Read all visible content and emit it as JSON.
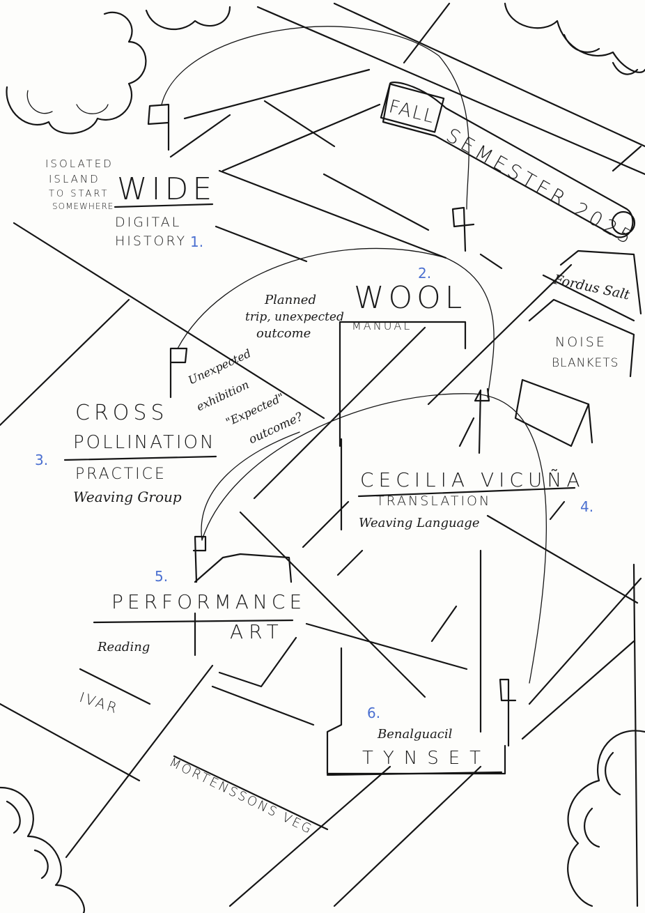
{
  "banner": {
    "part1": "FALL",
    "part2": "SEMESTER 2025"
  },
  "stops": [
    {
      "number": "1.",
      "title": "WIDE",
      "subtitle_line1": "DIGITAL",
      "subtitle_line2": "HISTORY",
      "note_lines": [
        "ISOLATED",
        "ISLAND",
        "TO START",
        "SOMEWHERE"
      ]
    },
    {
      "number": "2.",
      "title": "WOOL",
      "subtitle": "MANUAL",
      "note_lines": [
        "Planned",
        "trip, unexpected",
        "outcome"
      ]
    },
    {
      "number": "3.",
      "title_line1": "CROSS",
      "title_line2": "POLLINATION",
      "subtitle": "PRACTICE",
      "detail": "Weaving Group",
      "note_lines": [
        "Unexpected",
        "exhibition",
        "\"Expected\"",
        "outcome?"
      ]
    },
    {
      "number": "4.",
      "title": "CECILIA VICUÑA",
      "subtitle": "TRANSLATION",
      "detail": "Weaving Language"
    },
    {
      "number": "5.",
      "title_line1": "PERFORMANCE",
      "title_line2": "ART",
      "detail": "Reading"
    },
    {
      "number": "6.",
      "title": "TYNSET",
      "detail": "Benalguacil"
    }
  ],
  "landmarks": {
    "fordus_salt": "Fordus Salt",
    "noise_line1": "NOISE",
    "noise_line2": "BLANKETS",
    "ivar": "IVAR",
    "street": "MORTENSSONS VEG"
  }
}
